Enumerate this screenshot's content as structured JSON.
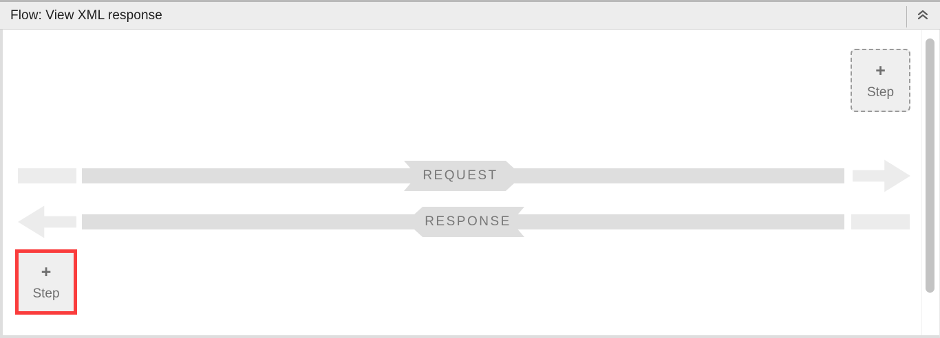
{
  "header": {
    "title": "Flow: View XML response",
    "collapse_icon": "double-chevron-up-icon"
  },
  "canvas": {
    "step_buttons": [
      {
        "id": "step-add-top-right",
        "plus": "+",
        "label": "Step",
        "style": "dashed",
        "highlighted": false
      },
      {
        "id": "step-add-bottom-left",
        "plus": "+",
        "label": "Step",
        "style": "solid",
        "highlighted": true,
        "highlight_color": "#fa3c3c"
      }
    ],
    "flows": [
      {
        "id": "request-flow",
        "label": "REQUEST",
        "direction": "right"
      },
      {
        "id": "response-flow",
        "label": "RESPONSE",
        "direction": "left"
      }
    ]
  },
  "scrollbar": {
    "orientation": "vertical"
  },
  "colors": {
    "bar": "#dedede",
    "bar_light": "#ececec",
    "banner_text": "#777777",
    "highlight": "#fa3c3c",
    "header_bg": "#ededed"
  }
}
